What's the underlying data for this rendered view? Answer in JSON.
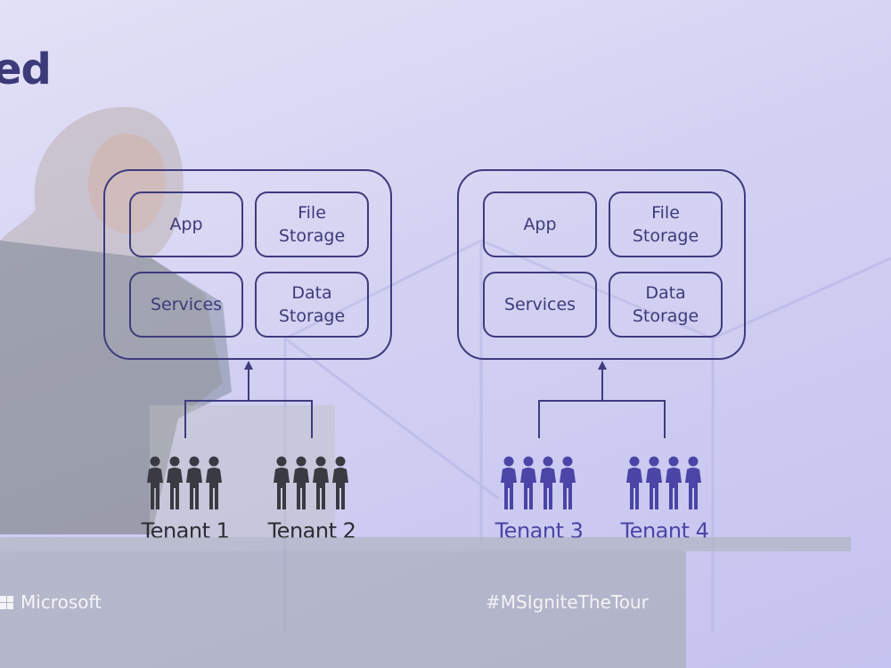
{
  "slide": {
    "title_fragment": "ed"
  },
  "stacks": [
    {
      "id": "left",
      "components": {
        "top_left": "App",
        "top_right": "File\nStorage",
        "bottom_left": "Services",
        "bottom_right": "Data\nStorage"
      }
    },
    {
      "id": "right",
      "components": {
        "top_left": "App",
        "top_right": "File\nStorage",
        "bottom_left": "Services",
        "bottom_right": "Data\nStorage"
      }
    }
  ],
  "tenants": [
    {
      "label": "Tenant 1",
      "color": "#3a3a42"
    },
    {
      "label": "Tenant 2",
      "color": "#3a3a42"
    },
    {
      "label": "Tenant 3",
      "color": "#4a45a6"
    },
    {
      "label": "Tenant 4",
      "color": "#4a45a6"
    }
  ],
  "footer": {
    "brand": "Microsoft",
    "hashtag": "#MSIgniteTheTour"
  },
  "colors": {
    "diagram_stroke": "#3e3b7e",
    "text": "#3d3a7a",
    "background": "#d2d0f2"
  },
  "icons": [
    "people-group-icon",
    "arrow-up-icon",
    "microsoft-logo-icon"
  ]
}
